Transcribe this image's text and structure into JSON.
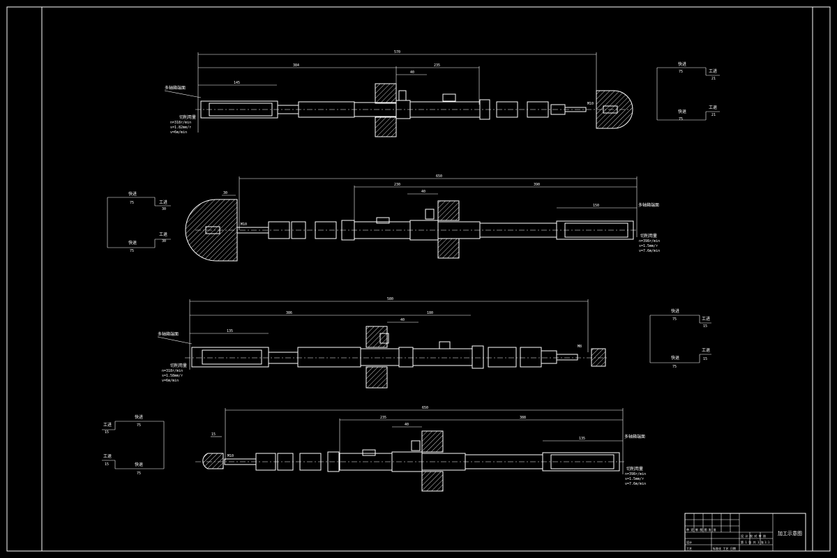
{
  "drawing": {
    "title_block": {
      "drawing_name": "加工示意图",
      "rows": [
        "审 定 制 图 图 批 准",
        "设 计 校 对 审 核",
        "标准化 工艺 日期"
      ],
      "scale": "1:1",
      "sheet": "第 1 张 共 1 张",
      "designer_label": "设计",
      "process_label": "工艺"
    },
    "views": [
      {
        "id": "view-1",
        "labels": {
          "overall_dim": "570",
          "left_dim": "384",
          "mid_dim": "40",
          "right_dim": "235",
          "small_dim": "145",
          "thread": "M10",
          "bore_end_label": "多轴箱端面",
          "cut_title": "切削用量",
          "cut_n": "n=318r/min",
          "cut_s": "s=1.82mm/r",
          "cut_v": "v=6m/min",
          "side_box": {
            "fast_in": "快进",
            "fast_in_val": "75",
            "work_in": "工进",
            "work_in_val": "21",
            "fast_out": "快退",
            "fast_out_val": "75",
            "work_back": "工退",
            "work_back_val": "21"
          }
        }
      },
      {
        "id": "view-2",
        "labels": {
          "overall_dim": "650",
          "left_dim": "230",
          "mid_dim": "40",
          "right_dim": "390",
          "small_dim": "150",
          "thread": "M10",
          "bore_end_label": "多轴箱端面",
          "cut_title": "切削用量",
          "cut_n": "n=398r/min",
          "cut_s": "s=1.5mm/r",
          "cut_v": "v=7.6m/min",
          "side_box": {
            "fast_in": "快进",
            "fast_in_val": "75",
            "work_in": "工进",
            "work_in_val": "30",
            "fast_out": "快退",
            "fast_out_val": "75",
            "work_back": "工退",
            "work_back_val": "30"
          }
        }
      },
      {
        "id": "view-3",
        "labels": {
          "overall_dim": "580",
          "left_dim": "386",
          "mid_dim": "40",
          "right_dim": "180",
          "small_dim": "135",
          "thread": "M8",
          "bore_end_label": "多轴箱端面",
          "cut_title": "切削用量",
          "cut_n": "n=318r/min",
          "cut_s": "s=1.58mm/r",
          "cut_v": "v=6m/min",
          "side_box": {
            "fast_in": "快进",
            "fast_in_val": "75",
            "work_in": "工进",
            "work_in_val": "15",
            "fast_out": "快退",
            "fast_out_val": "75",
            "work_back": "工退",
            "work_back_val": "15"
          }
        }
      },
      {
        "id": "view-4",
        "labels": {
          "overall_dim": "650",
          "left_dim": "235",
          "mid_dim": "40",
          "right_dim": "388",
          "small_dim": "135",
          "thread": "M10",
          "bore_end_label": "多轴箱端面",
          "cut_title": "切削用量",
          "cut_n": "n=398r/min",
          "cut_s": "s=1.5mm/r",
          "cut_v": "v=7.6m/min",
          "side_box": {
            "fast_in": "快进",
            "fast_in_val": "75",
            "work_in": "工进",
            "work_in_val": "15",
            "fast_out": "快退",
            "fast_out_val": "75",
            "work_back": "工退",
            "work_back_val": "15"
          }
        }
      }
    ]
  }
}
